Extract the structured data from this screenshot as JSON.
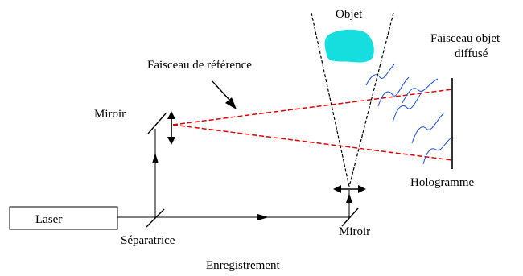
{
  "labels": {
    "objet": "Objet",
    "faisceau_objet_line1": "Faisceau objet",
    "faisceau_objet_line2": "diffusé",
    "faisceau_reference": "Faisceau de référence",
    "miroir_top": "Miroir",
    "laser": "Laser",
    "separatrice": "Séparatrice",
    "miroir_bottom": "Miroir",
    "hologramme": "Hologramme",
    "enregistrement": "Enregistrement"
  },
  "colors": {
    "reference_beam": "#e00000",
    "object": "#16dede",
    "scattered_waves": "#1a4fd8",
    "lines": "#000000"
  }
}
